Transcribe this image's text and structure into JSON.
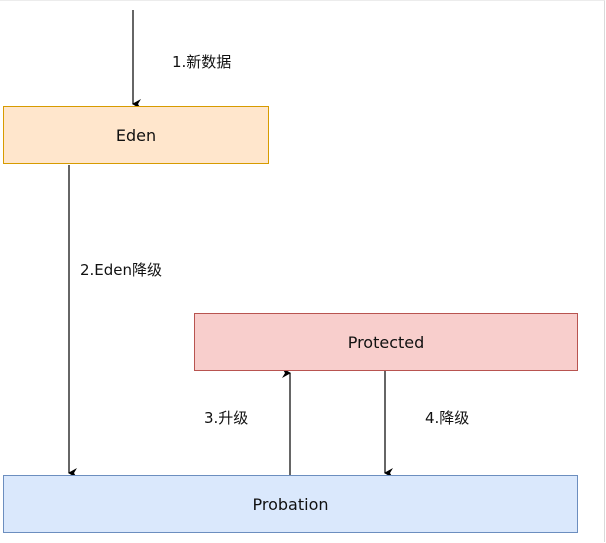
{
  "nodes": {
    "eden": "Eden",
    "protected": "Protected",
    "probation": "Probation"
  },
  "edges": {
    "new_data": "1.新数据",
    "eden_demote": "2.Eden降级",
    "promote": "3.升级",
    "demote": "4.降级"
  },
  "colors": {
    "eden_fill": "#ffe6cc",
    "eden_stroke": "#d79b00",
    "protected_fill": "#f8cecc",
    "protected_stroke": "#b85450",
    "probation_fill": "#dae8fc",
    "probation_stroke": "#6c8ebf"
  }
}
